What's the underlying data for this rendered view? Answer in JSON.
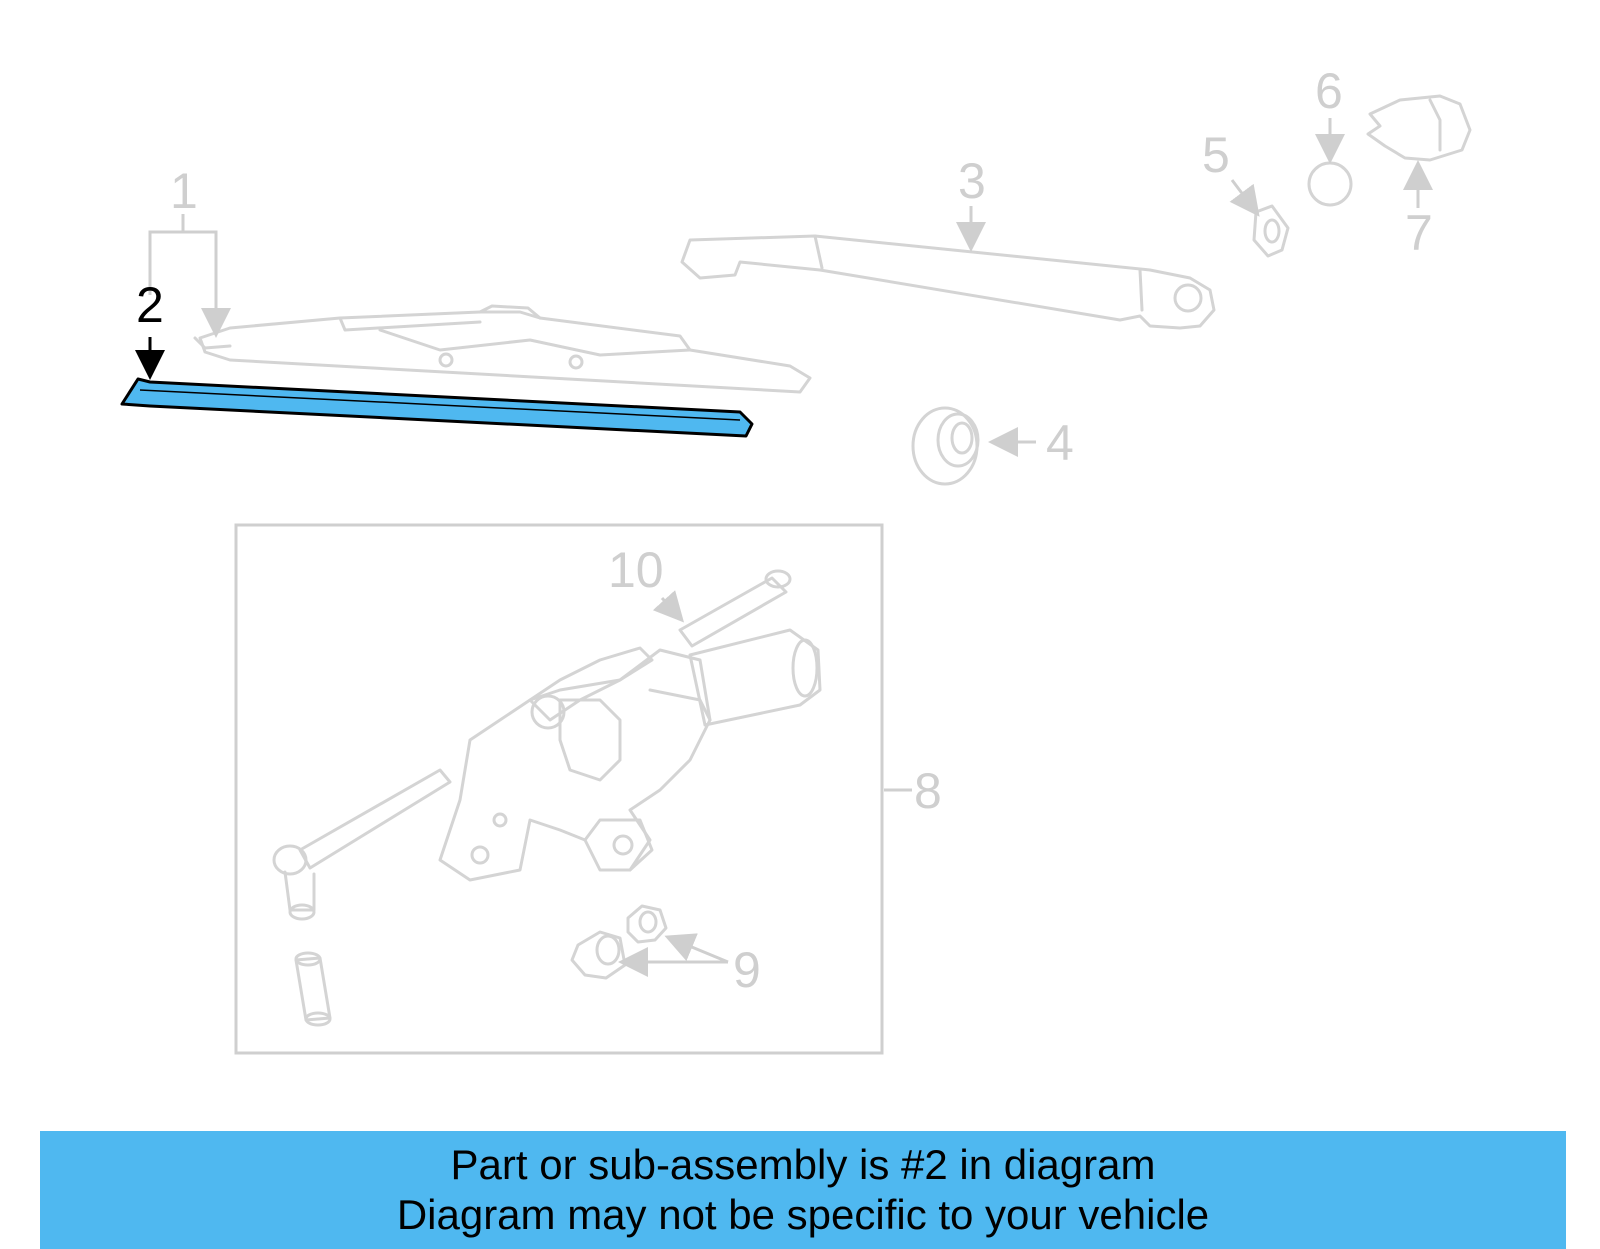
{
  "callouts": {
    "c1": "1",
    "c2": "2",
    "c3": "3",
    "c4": "4",
    "c5": "5",
    "c6": "6",
    "c7": "7",
    "c8": "8",
    "c9": "9",
    "c10": "10"
  },
  "highlight": {
    "part_number": "2",
    "color": "#4fb8f0"
  },
  "banner": {
    "line1": "Part or sub-assembly is #2 in diagram",
    "line2": "Diagram may not be specific to your vehicle"
  }
}
